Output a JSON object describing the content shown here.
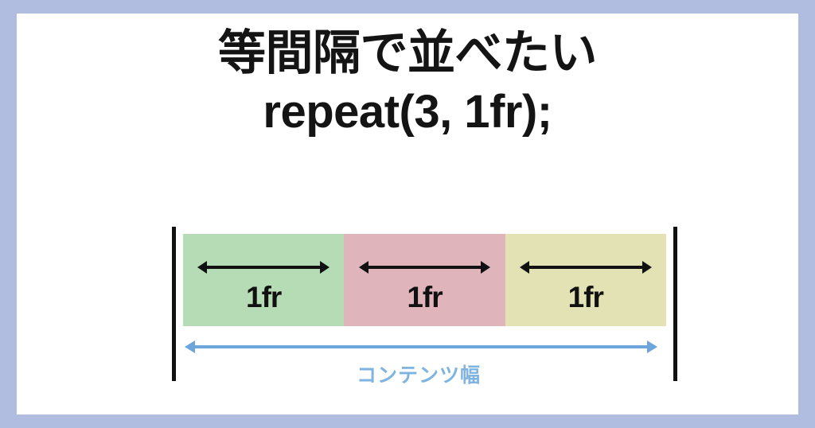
{
  "slide": {
    "frame_color": "#b1bde0",
    "canvas_color": "#ffffff",
    "title": {
      "line1": "等間隔で並べたい",
      "line2": "repeat(3, 1fr);"
    }
  },
  "diagram": {
    "type": "css-grid-track-illustration",
    "end_rule_color": "#111111",
    "cells": [
      {
        "label": "1fr",
        "color": "#b5dcb4",
        "color_name": "green"
      },
      {
        "label": "1fr",
        "color": "#dfb5bb",
        "color_name": "pink"
      },
      {
        "label": "1fr",
        "color": "#e2e2b4",
        "color_name": "yellow"
      }
    ],
    "content_width": {
      "label": "コンテンツ幅",
      "arrow_color": "#6ca6dc",
      "label_color": "#7fb3e0"
    }
  }
}
